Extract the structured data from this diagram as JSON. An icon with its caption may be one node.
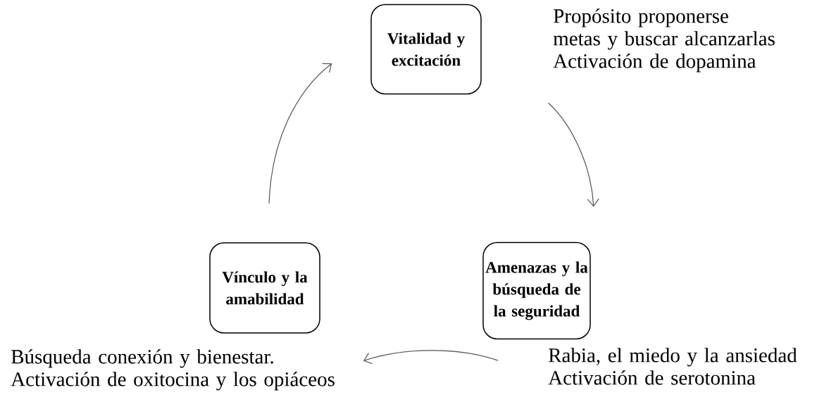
{
  "diagram": {
    "nodes": [
      {
        "text": [
          "Vitalidad y excitación"
        ],
        "beside": [
          "Propósito proponerse metas y buscar alcanzarlas",
          "Activación de dopamina"
        ]
      },
      {
        "text": [
          "Amenazas y la búsqueda de la seguridad"
        ],
        "beside": [
          "Rabia, el miedo y la ansiedad",
          "Activación de serotonina"
        ]
      },
      {
        "text": [
          "Vínculo y la amabilidad"
        ],
        "beside": [
          "Búsqueda conexión y bienestar.",
          "Activación de oxitocina y los opiáceos"
        ]
      }
    ],
    "edges": [
      {
        "from": 0,
        "to": 1,
        "arrow": "to"
      },
      {
        "from": 1,
        "to": 2,
        "arrow": "to"
      },
      {
        "from": 2,
        "to": 0,
        "arrow": "to"
      }
    ]
  }
}
